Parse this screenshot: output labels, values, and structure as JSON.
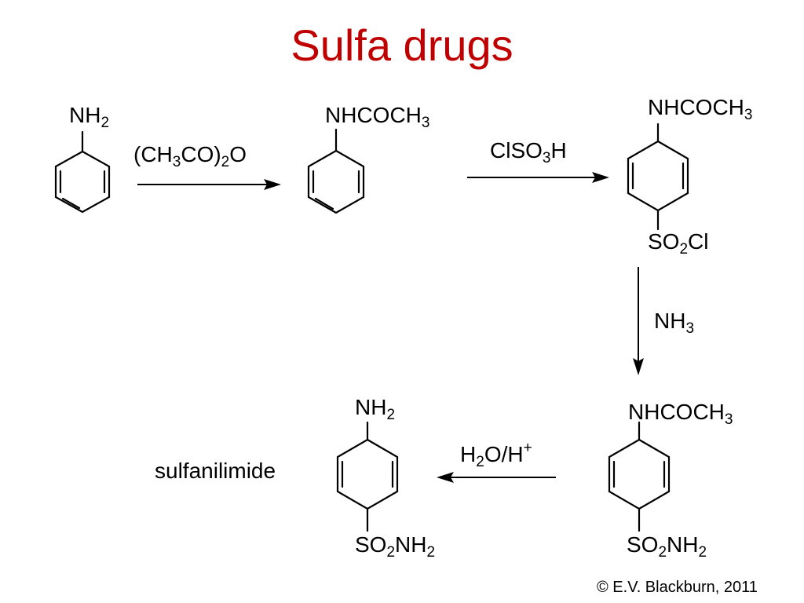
{
  "title": "Sulfa drugs",
  "compounds": [
    {
      "top_group": {
        "main": "NH",
        "sub": "2"
      }
    },
    {
      "top_group": {
        "main": "NHCOCH",
        "sub": "3"
      }
    },
    {
      "top_group": {
        "main": "NHCOCH",
        "sub": "3"
      },
      "bottom_group": {
        "a": "SO",
        "sub": "2",
        "b": "Cl"
      }
    },
    {
      "top_group": {
        "main": "NHCOCH",
        "sub": "3"
      },
      "bottom_group": {
        "a": "SO",
        "sub": "2",
        "b": "NH",
        "sub2": "2"
      }
    },
    {
      "top_group": {
        "main": "NH",
        "sub": "2"
      },
      "bottom_group": {
        "a": "SO",
        "sub": "2",
        "b": "NH",
        "sub2": "2"
      },
      "name": "sulfanilimide"
    }
  ],
  "reagents": {
    "step1": {
      "a": "(CH",
      "s1": "3",
      "b": "CO)",
      "s2": "2",
      "c": "O"
    },
    "step2": {
      "a": "ClSO",
      "s1": "3",
      "b": "H"
    },
    "step3": {
      "a": "NH",
      "s1": "3"
    },
    "step4": {
      "a": "H",
      "s1": "2",
      "b": "O/H",
      "sup": "+"
    }
  },
  "copyright": "© E.V. Blackburn, 2011"
}
